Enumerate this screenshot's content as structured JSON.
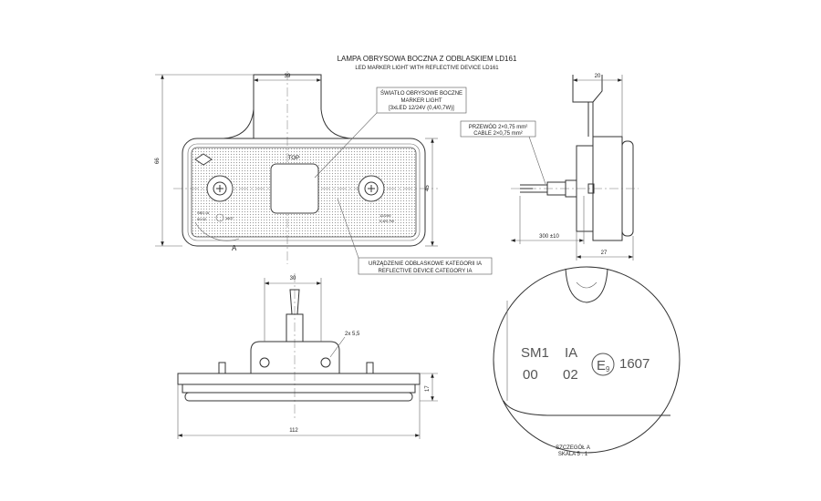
{
  "title": {
    "pl": "LAMPA OBRYSOWA BOCZNA Z ODBLASKIEM LD161",
    "en": "LED MARKER LIGHT WITH REFLECTIVE DEVICE LD161"
  },
  "callouts": {
    "marker_light": [
      "ŚWIATŁO OBRYSOWE BOCZNE",
      "MARKER LIGHT",
      "[3xLED 12/24V (0,4/0,7W)]"
    ],
    "cable": [
      "PRZEWÓD 2×0,75 mm²",
      "CABLE 2×0,75 mm²"
    ],
    "reflector": [
      "URZĄDZENIE ODBLASKOWE KATEGORII IA",
      "REFLECTIVE DEVICE CATEGORY IA"
    ],
    "holes": "2x 5,5"
  },
  "dimensions": {
    "bracket_width": "39",
    "height_total": "66",
    "body_height": "45",
    "side_bracket": "20",
    "cable_length": "300 ±10",
    "depth": "27",
    "bottom_bracket": "30",
    "length": "112",
    "bottom_height": "17"
  },
  "front_view": {
    "top_label": "TOP",
    "detail_marker": "A",
    "marking_small": [
      "SM1 IA",
      "00 02",
      "1607"
    ],
    "voltage": [
      "12/24V",
      "0,4/0,7W"
    ]
  },
  "detail": {
    "line1": [
      "SM1",
      "IA"
    ],
    "line2": [
      "00",
      "02"
    ],
    "approval": "E",
    "approval_num": "9",
    "date_code": "1607",
    "caption": [
      "SZCZEGÓŁ A",
      "SKALA 5 : 1"
    ]
  }
}
